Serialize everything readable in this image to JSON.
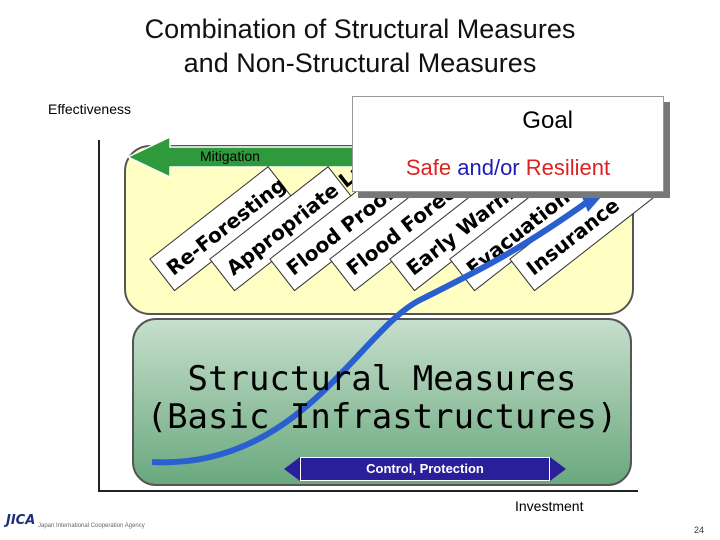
{
  "title_line1": "Combination of Structural Measures",
  "title_line2": "and Non-Structural Measures",
  "axes": {
    "y_label": "Effectiveness",
    "x_label": "Investment"
  },
  "mitigation_label": "Mitigation",
  "goal": {
    "title": "Goal",
    "text_safe": "Safe",
    "text_and": "and/or",
    "text_resilient": "Resilient"
  },
  "cards": [
    "Re-Foresting",
    "Appropriate Land Use",
    "Flood Proof Life",
    "Flood Forecasting",
    "Early Warning",
    "Evacuation",
    "Insurance"
  ],
  "structural": {
    "line1": "Structural Measures",
    "line2": "(Basic Infrastructures)"
  },
  "control_label": "Control, Protection",
  "footer": {
    "logo": "JICA",
    "org": "Japan International Cooperation Agency",
    "page": "24"
  },
  "colors": {
    "nonstructural_fill": "#ffffc4",
    "structural_fill": "#6aa87e",
    "arrow_green": "#2f9a3b",
    "curve_blue": "#2a5fd0",
    "bar_blue": "#2a1f9a"
  }
}
